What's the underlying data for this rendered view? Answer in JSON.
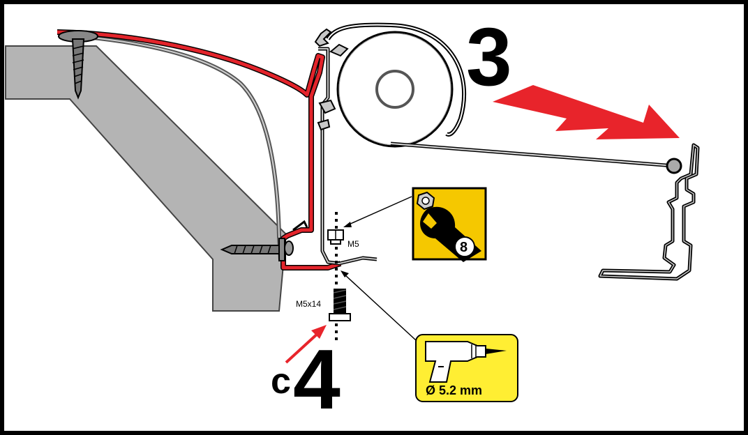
{
  "steps": {
    "step3": "3",
    "step4": "4"
  },
  "labels": {
    "bolt_nut": "M5",
    "bolt_screw": "M5x14",
    "callout_letter": "c",
    "drill_size": "Ø 5.2 mm",
    "wrench_size": "8"
  },
  "icons": {
    "wrench": "wrench-icon",
    "drill": "drill-icon",
    "direction_arrow": "arrow-right-down-icon"
  },
  "colors": {
    "profile_red": "#e3242b",
    "arrow_red": "#e8242b",
    "wall_gray": "#b4b4b4",
    "badge_yellow": "#f5c800",
    "drill_box_yellow": "#ffee33",
    "frame": "#000000"
  }
}
